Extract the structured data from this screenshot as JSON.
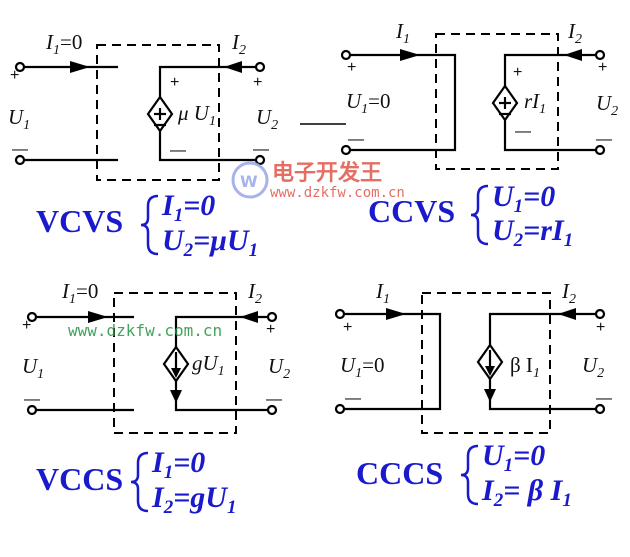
{
  "vcvs": {
    "i1": "I",
    "i1_sub": "1",
    "i1_eq": "=0",
    "i2": "I",
    "i2_sub": "2",
    "u1": "U",
    "u1_sub": "1",
    "u2": "U",
    "u2_sub": "2",
    "src": "μ U",
    "src_sub": "1",
    "title": "VCVS",
    "eq1_a": "I",
    "eq1_sub": "1",
    "eq1_b": "=0",
    "eq2_a": "U",
    "eq2_sub": "2",
    "eq2_b": "=μU",
    "eq2_sub2": "1"
  },
  "ccvs": {
    "i1": "I",
    "i1_sub": "1",
    "i2": "I",
    "i2_sub": "2",
    "u1": "U",
    "u1_sub": "1",
    "u1_eq": "=0",
    "u2": "U",
    "u2_sub": "2",
    "src": "rI",
    "src_sub": "1",
    "title": "CCVS",
    "eq1_a": "U",
    "eq1_sub": "1",
    "eq1_b": "=0",
    "eq2_a": "U",
    "eq2_sub": "2",
    "eq2_b": "=rI",
    "eq2_sub2": "1"
  },
  "vccs": {
    "i1": "I",
    "i1_sub": "1",
    "i1_eq": "=0",
    "i2": "I",
    "i2_sub": "2",
    "u1": "U",
    "u1_sub": "1",
    "u2": "U",
    "u2_sub": "2",
    "src": "gU",
    "src_sub": "1",
    "title": "VCCS",
    "eq1_a": "I",
    "eq1_sub": "1",
    "eq1_b": "=0",
    "eq2_a": "I",
    "eq2_sub": "2",
    "eq2_b": "=gU",
    "eq2_sub2": "1"
  },
  "cccs": {
    "i1": "I",
    "i1_sub": "1",
    "i2": "I",
    "i2_sub": "2",
    "u1": "U",
    "u1_sub": "1",
    "u1_eq": "=0",
    "u2": "U",
    "u2_sub": "2",
    "src": "β I",
    "src_sub": "1",
    "title": "CCCS",
    "eq1_a": "U",
    "eq1_sub": "1",
    "eq1_b": "=0",
    "eq2_a": "I",
    "eq2_sub": "2",
    "eq2_b": "= β I",
    "eq2_sub2": "1"
  },
  "common": {
    "plus": "+",
    "minus": "—"
  },
  "watermark": {
    "brand": "电子开发王",
    "url_top": "www.dzkfw.com.cn",
    "url_mid": "www.dzkfw.com.cn"
  },
  "colors": {
    "title": "#1a1acc",
    "watermark_green": "#2e9a4a",
    "watermark_red": "#e0554a"
  }
}
